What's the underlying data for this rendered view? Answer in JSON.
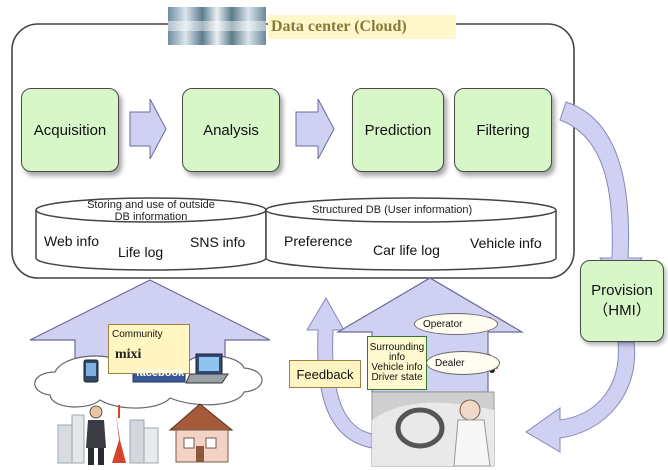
{
  "header": {
    "title": "Data center (Cloud)"
  },
  "steps": {
    "acquisition": "Acquisition",
    "analysis": "Analysis",
    "prediction": "Prediction",
    "filtering": "Filtering"
  },
  "db_outside": {
    "caption": "Storing and use of outside DB information",
    "web_info": "Web info",
    "life_log": "Life log",
    "sns_info": "SNS info"
  },
  "db_structured": {
    "caption": "Structured DB (User information)",
    "preference": "Preference",
    "car_life_log": "Car life log",
    "vehicle_info": "Vehicle info"
  },
  "provision": {
    "line1": "Provision",
    "line2": "（HMI）"
  },
  "feedback": "Feedback",
  "vehicle_box": {
    "line1": "Surrounding",
    "line2": "info",
    "line3": "Vehicle info",
    "line4": "Driver state"
  },
  "bubbles": {
    "operator": "Operator",
    "dealer": "Dealer"
  },
  "community": {
    "label": "Community",
    "mixi": "mixi",
    "facebook": "facebook"
  },
  "colors": {
    "step_fill": "#d7f7c9",
    "arrow_fill": "#cfd0f2",
    "title_bg": "#fff6cc",
    "feedback_bg": "#fff4c4"
  }
}
